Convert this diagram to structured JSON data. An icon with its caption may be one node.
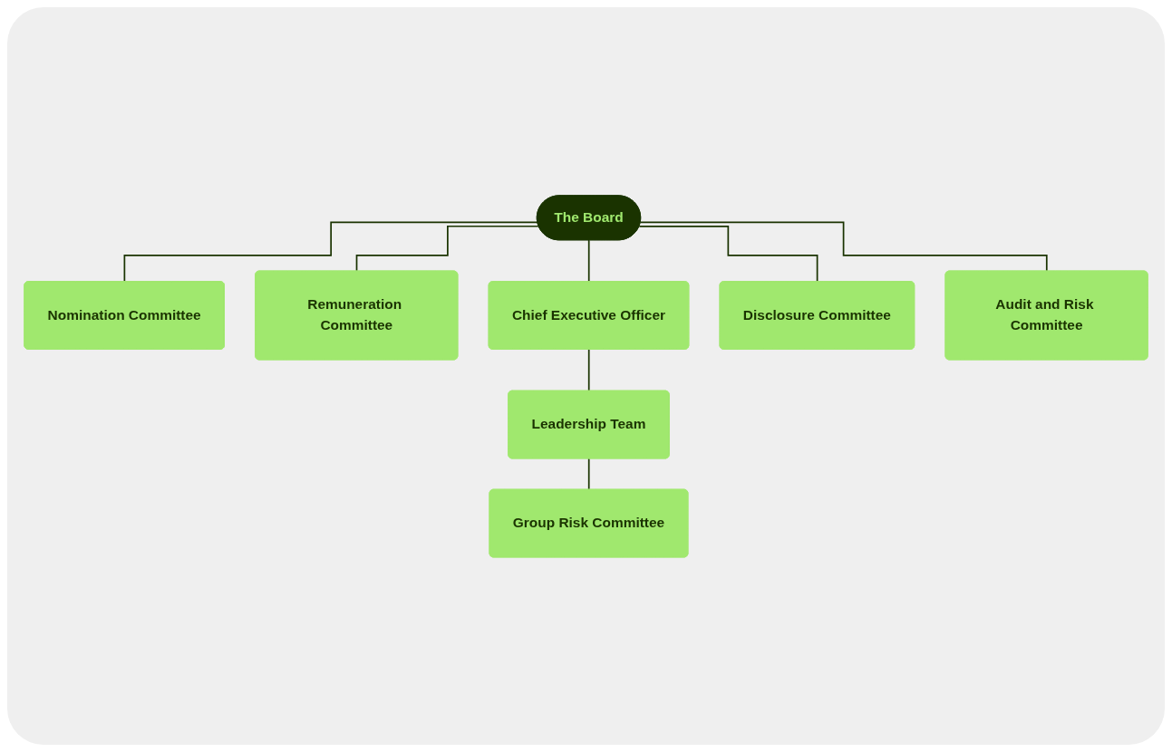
{
  "diagram": {
    "nodes": [
      {
        "text": [
          "The Board"
        ]
      },
      {
        "text": [
          "Nomination Committee"
        ]
      },
      {
        "text": [
          "Remuneration Committee"
        ]
      },
      {
        "text": [
          "Chief Executive Officer"
        ]
      },
      {
        "text": [
          "Disclosure Committee"
        ]
      },
      {
        "text": [
          "Audit and Risk Committee"
        ]
      },
      {
        "text": [
          "Leadership Team"
        ]
      },
      {
        "text": [
          "Group Risk Committee"
        ]
      }
    ],
    "edges": [
      {
        "from": 0,
        "to": 1,
        "arrow": "none"
      },
      {
        "from": 0,
        "to": 2,
        "arrow": "none"
      },
      {
        "from": 0,
        "to": 3,
        "arrow": "none"
      },
      {
        "from": 0,
        "to": 4,
        "arrow": "none"
      },
      {
        "from": 0,
        "to": 5,
        "arrow": "none"
      },
      {
        "from": 3,
        "to": 6,
        "arrow": "none"
      },
      {
        "from": 6,
        "to": 7,
        "arrow": "none"
      }
    ]
  }
}
